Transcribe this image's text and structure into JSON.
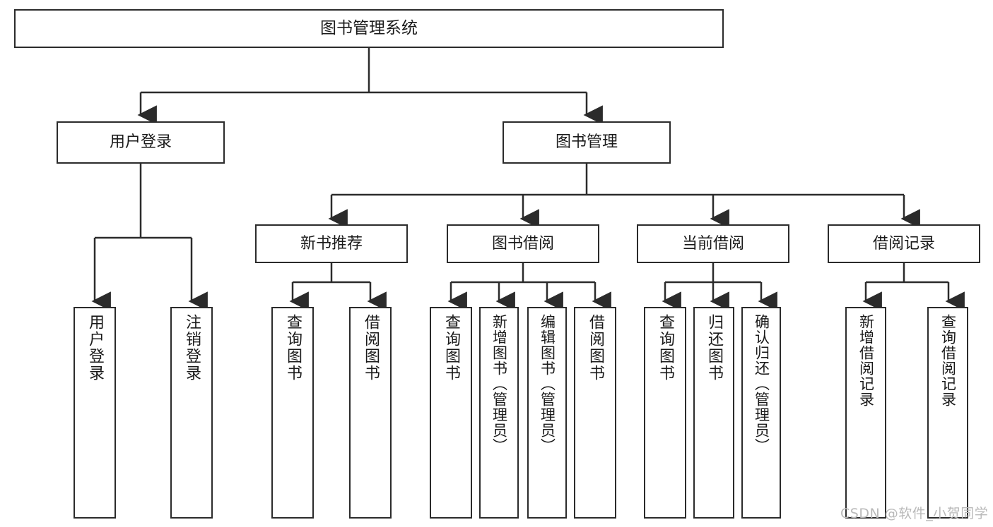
{
  "diagram": {
    "title": "图书管理系统",
    "type": "hierarchy-tree",
    "orientation": "top-down",
    "colors": {
      "background": "#ffffff",
      "box_border": "#2b2b2b",
      "box_fill": "#ffffff",
      "text": "#1a1a1a",
      "connector": "#2b2b2b",
      "watermark": "#b9b9b9"
    }
  },
  "root": {
    "label": "图书管理系统"
  },
  "level2": [
    {
      "label": "用户登录"
    },
    {
      "label": "图书管理"
    }
  ],
  "level3": [
    {
      "label": "新书推荐"
    },
    {
      "label": "图书借阅"
    },
    {
      "label": "当前借阅"
    },
    {
      "label": "借阅记录"
    }
  ],
  "leaves": {
    "user_login": [
      {
        "label": "用户登录"
      },
      {
        "label": "注销登录"
      }
    ],
    "new_book_recommend": [
      {
        "label": "查询图书"
      },
      {
        "label": "借阅图书"
      }
    ],
    "book_borrow": [
      {
        "label": "查询图书"
      },
      {
        "label": "新增图书（管理员）"
      },
      {
        "label": "编辑图书（管理员）"
      },
      {
        "label": "借阅图书"
      }
    ],
    "current_borrow": [
      {
        "label": "查询图书"
      },
      {
        "label": "归还图书"
      },
      {
        "label": "确认归还（管理员）"
      }
    ],
    "borrow_record": [
      {
        "label": "新增借阅记录"
      },
      {
        "label": "查询借阅记录"
      }
    ]
  },
  "watermark": {
    "text": "CSDN @软件_小贺同学"
  }
}
